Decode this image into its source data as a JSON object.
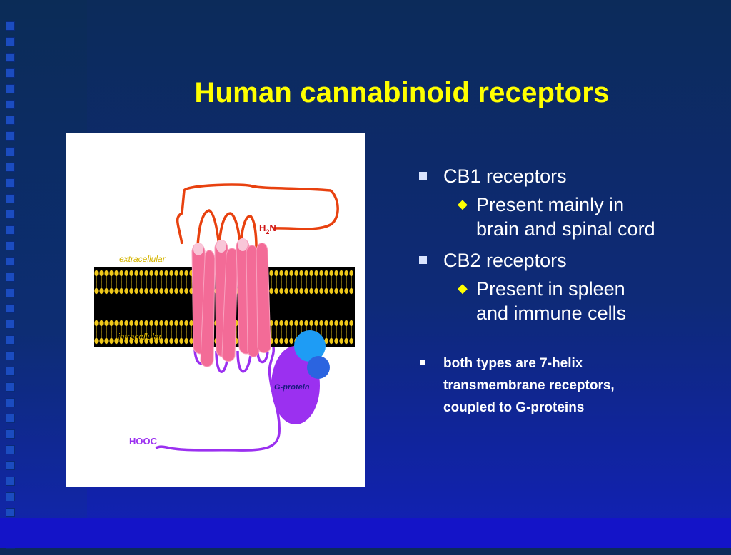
{
  "slide": {
    "title": "Human cannabinoid receptors"
  },
  "figure": {
    "extracellular_label": "extracellular",
    "intracellular_label": "intracellular",
    "nterm_h": "H",
    "nterm_sub": "2",
    "nterm_n": "N",
    "cterm_label": "HOOC",
    "gprotein_label": "G-protein",
    "colors": {
      "outer_loop": "#e8410f",
      "helix": "#f36b97",
      "inner_loop": "#9b30f0",
      "gprotein_body": "#9b30f0",
      "gprotein_alpha": "#1e9cf5",
      "gprotein_beta": "#2b64e0",
      "membrane": "#efc81a",
      "label_yellow": "#d4b400",
      "label_purple": "#9b30f0",
      "label_red": "#d01818"
    }
  },
  "bullets": {
    "cb1": "CB1 receptors",
    "cb1_sub_line1": "Present mainly in",
    "cb1_sub_line2": "brain and spinal cord",
    "cb2": "CB2 receptors",
    "cb2_sub_line1": "Present in spleen",
    "cb2_sub_line2": "and immune cells",
    "note_line1": "both types are 7-helix",
    "note_line2": "transmembrane receptors,",
    "note_line3": "coupled to G-proteins"
  },
  "theme": {
    "title_color": "#ffff00",
    "text_color": "#ffffff",
    "diamond_color": "#ffff00"
  }
}
